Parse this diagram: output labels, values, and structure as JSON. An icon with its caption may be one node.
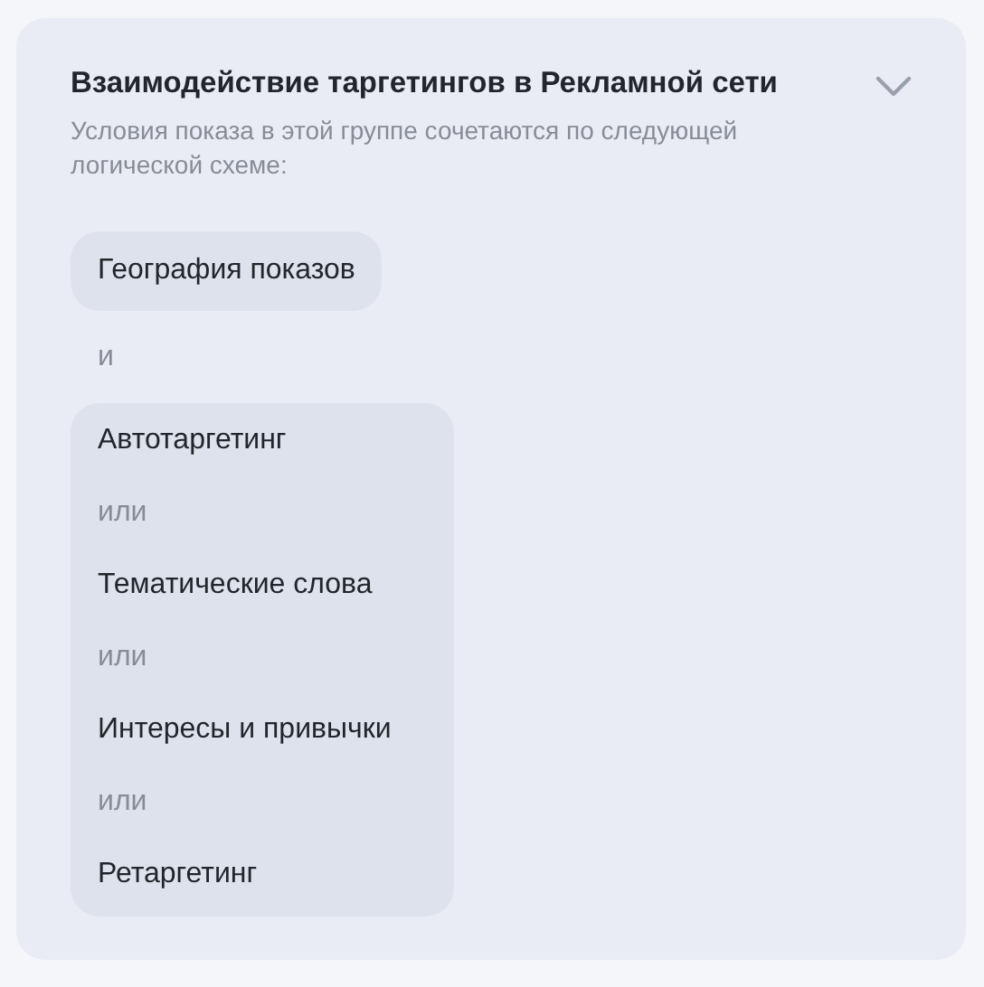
{
  "diagram": {
    "title": "Взаимодействие таргетингов в Рекламной сети",
    "nodes": [
      {
        "text": [
          "География показов"
        ]
      },
      {
        "text": [
          "Автотаргетинг",
          "или",
          "Тематические слова",
          "или",
          "Интересы и привычки",
          "или",
          "Ретаргетинг"
        ]
      }
    ],
    "labels": [
      "Условия показа в этой группе сочетаются по следующей логической схеме:",
      "и"
    ]
  }
}
